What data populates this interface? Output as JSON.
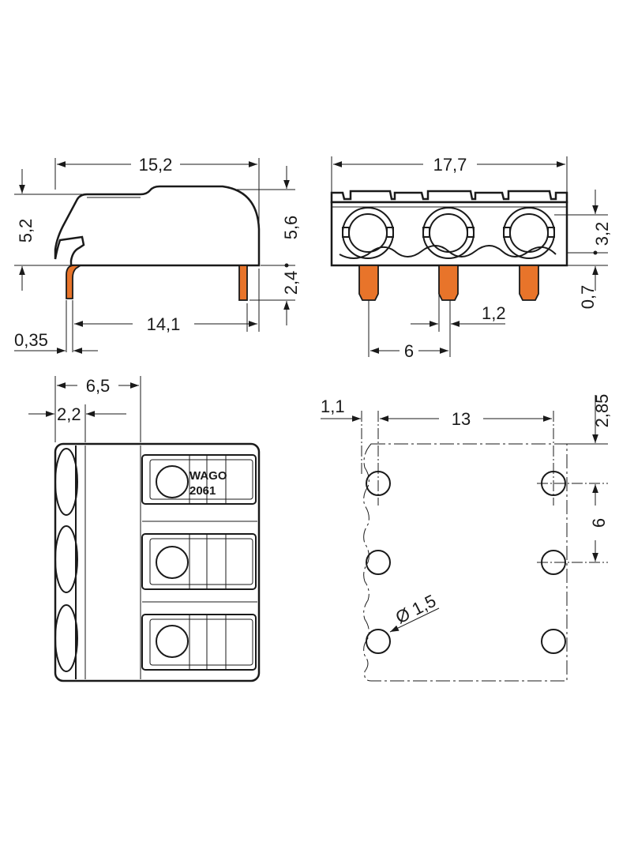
{
  "side_view": {
    "width_overall": "15,2",
    "height_body": "5,2",
    "height_right": "5,6",
    "pin_height": "2,4",
    "pin_span": "14,1",
    "pin_thickness": "0,35"
  },
  "front_view": {
    "width_overall": "17,7",
    "hole_height": "3,2",
    "pin_width": "0,7",
    "pin_pitch_gap": "1,2",
    "pitch": "6"
  },
  "top_view": {
    "offset_a": "6,5",
    "offset_b": "2,2",
    "logo_text": "WAGO",
    "model_text": "2061"
  },
  "pcb_layout": {
    "edge_offset": "1,1",
    "hole_span": "13",
    "top_offset": "2,85",
    "pitch": "6",
    "hole_diameter": "Ø 1,5"
  },
  "colors": {
    "pin": "#e8742a",
    "line": "#1a1a1a"
  }
}
